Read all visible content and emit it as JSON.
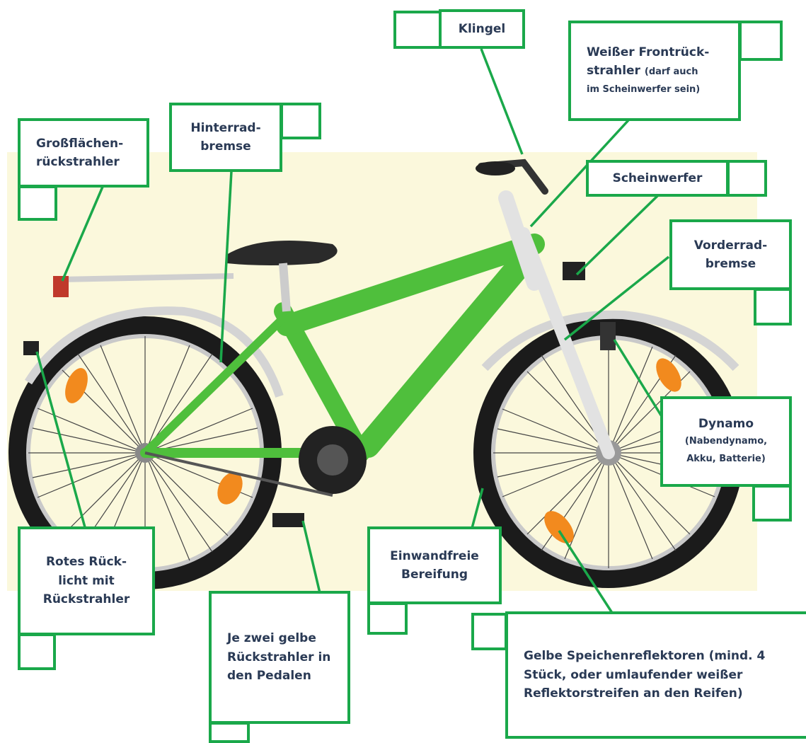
{
  "labels": {
    "klingel": "Klingel",
    "frontrueckstrahler": "Weißer Frontrück-",
    "frontrueckstrahler_2a": "strahler",
    "frontrueckstrahler_2b": "(darf auch",
    "frontrueckstrahler_3": "im Scheinwerfer sein)",
    "grossflaechen_1": "Großflächen-",
    "grossflaechen_2": "rückstrahler",
    "hinterradbremse_1": "Hinterrad-",
    "hinterradbremse_2": "bremse",
    "scheinwerfer": "Scheinwerfer",
    "vorderradbremse_1": "Vorderrad-",
    "vorderradbremse_2": "bremse",
    "dynamo_1": "Dynamo",
    "dynamo_2": "(Nabendynamo,",
    "dynamo_3": "Akku, Batterie)",
    "ruecklicht_1": "Rotes Rück-",
    "ruecklicht_2": "licht mit",
    "ruecklicht_3": "Rückstrahler",
    "bereifung_1": "Einwandfreie",
    "bereifung_2": "Bereifung",
    "pedale_1": "Je zwei gelbe",
    "pedale_2": "Rückstrahler in",
    "pedale_3": "den Pedalen",
    "speichen_1": "Gelbe Speichenreflektoren (mind. 4",
    "speichen_2": "Stück, oder umlaufender weißer",
    "speichen_3": "Reflektorstreifen an den Reifen)"
  },
  "colors": {
    "label_border": "#1aa84a",
    "label_text": "#2a3a55",
    "background_panel": "#fbf8dc",
    "frame": "#4fbf3c",
    "tire": "#1b1b1b",
    "reflector": "#f28a1e"
  }
}
